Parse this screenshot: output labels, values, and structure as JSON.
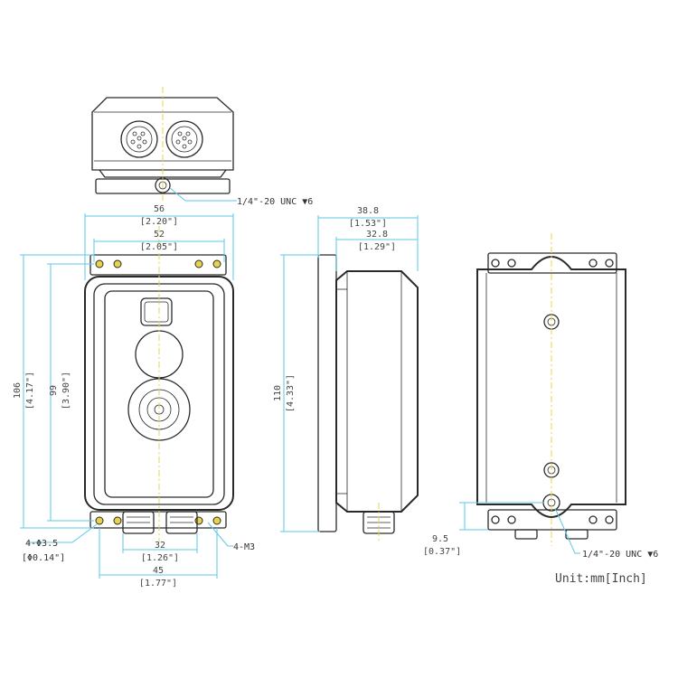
{
  "dimensions": {
    "top_width_mm": "56",
    "top_width_in": "[2.20\"]",
    "hole_pitch_mm": "52",
    "hole_pitch_in": "[2.05\"]",
    "overall_height_mm": "106",
    "overall_height_in": "[4.17\"]",
    "hole_height_mm": "99",
    "hole_height_in": "[3.90\"]",
    "connector_pitch_mm": "32",
    "connector_pitch_in": "[1.26\"]",
    "bottom_width_mm": "45",
    "bottom_width_in": "[1.77\"]",
    "side_depth_mm": "38.8",
    "side_depth_in": "[1.53\"]",
    "body_depth_mm": "32.8",
    "body_depth_in": "[1.29\"]",
    "side_height_mm": "110",
    "side_height_in": "[4.33\"]",
    "offset_mm": "9.5",
    "offset_in": "[0.37\"]"
  },
  "notes": {
    "thread_top": "1/4\"-20 UNC ▼6",
    "thread_back": "1/4\"-20 UNC ▼6",
    "mount_holes": "4-Φ3.5",
    "mount_holes_in": "[Φ0.14\"]",
    "screws": "4-M3"
  },
  "unit_label": "Unit:mm[Inch]",
  "colors": {
    "outline": "#2a2a2a",
    "dimension": "#5ec8e6",
    "centerline": "#e8d44a"
  }
}
